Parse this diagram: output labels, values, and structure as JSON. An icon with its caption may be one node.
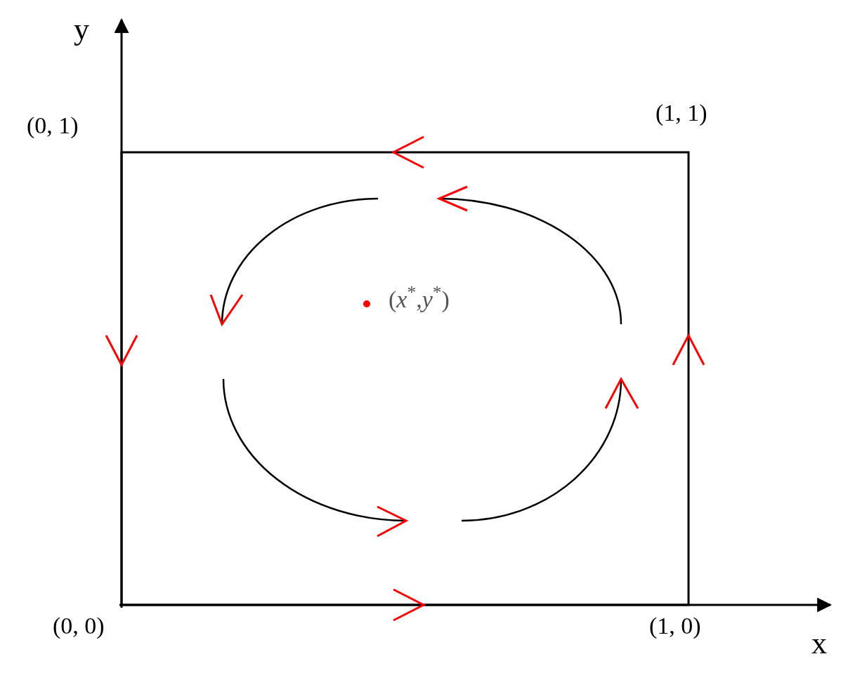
{
  "diagram": {
    "labels": [
      "y",
      "(0, 1)",
      "(1, 1)",
      "(*x*$^{*}$,*y*$^{*}$)",
      "(0, 0)",
      "(1, 0)",
      "x"
    ]
  }
}
